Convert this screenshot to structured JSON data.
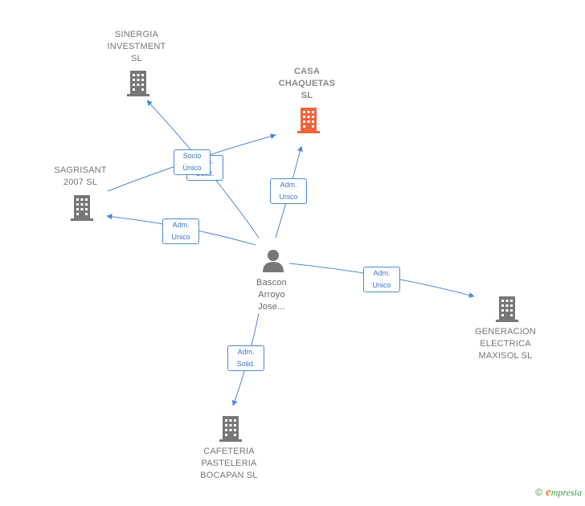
{
  "colors": {
    "edge": "#4a8ad8",
    "company": "#777777",
    "company_main": "#f0643c",
    "person": "#777777"
  },
  "nodes": {
    "sinergia": {
      "label": "SINERGIA\nINVESTMENT\nSL",
      "icon": "building-icon"
    },
    "casa": {
      "label": "CASA\nCHAQUETAS\nSL",
      "icon": "building-icon"
    },
    "sagrisant": {
      "label": "SAGRISANT\n2007  SL",
      "icon": "building-icon"
    },
    "person": {
      "label": "Bascon\nArroyo\nJose...",
      "icon": "person-icon"
    },
    "generacion": {
      "label": "GENERACION\nELECTRICA\nMAXISOL SL",
      "icon": "building-icon"
    },
    "cafeteria": {
      "label": "CAFETERIA\nPASTELERIA\nBOCAPAN  SL",
      "icon": "building-icon"
    }
  },
  "relations": {
    "socio_unico": "Socio\nÚnico",
    "adm_solid_hidden": "Adm.\nSolid.",
    "adm_unico_casa": "Adm.\nUnico",
    "adm_unico_sagrisant": "Adm.\nUnico",
    "adm_unico_generacion": "Adm.\nUnico",
    "adm_solid_cafeteria": "Adm.\nSolid."
  },
  "footer": {
    "copyright": "©",
    "brand_first": "e",
    "brand_rest": "mpresia"
  }
}
